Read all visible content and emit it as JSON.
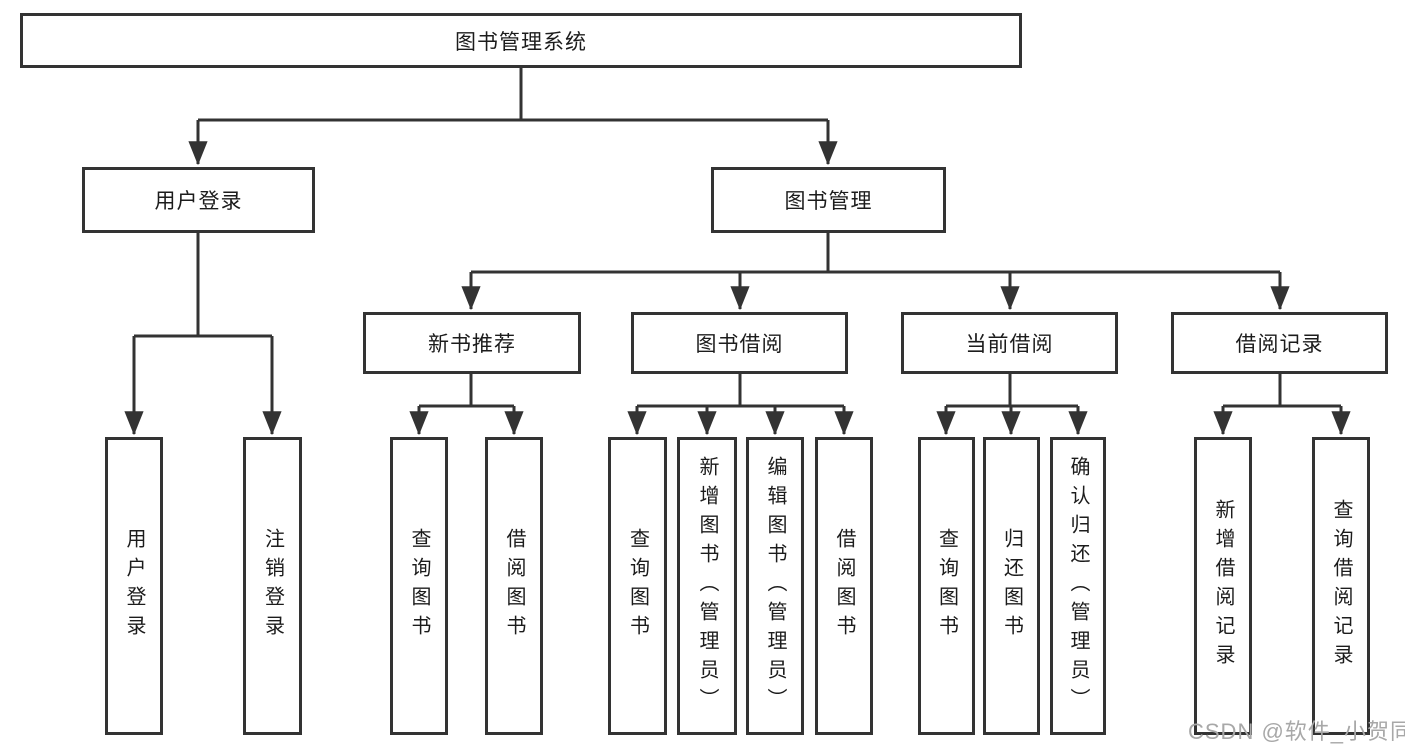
{
  "tree": {
    "label": "图书管理系统",
    "children": [
      {
        "label": "用户登录",
        "children": [
          {
            "label": "用户登录"
          },
          {
            "label": "注销登录"
          }
        ]
      },
      {
        "label": "图书管理",
        "children": [
          {
            "label": "新书推荐",
            "children": [
              {
                "label": "查询图书"
              },
              {
                "label": "借阅图书"
              }
            ]
          },
          {
            "label": "图书借阅",
            "children": [
              {
                "label": "查询图书"
              },
              {
                "label": "新增图书（管理员）"
              },
              {
                "label": "编辑图书（管理员）"
              },
              {
                "label": "借阅图书"
              }
            ]
          },
          {
            "label": "当前借阅",
            "children": [
              {
                "label": "查询图书"
              },
              {
                "label": "归还图书"
              },
              {
                "label": "确认归还（管理员）"
              }
            ]
          },
          {
            "label": "借阅记录",
            "children": [
              {
                "label": "新增借阅记录"
              },
              {
                "label": "查询借阅记录"
              }
            ]
          }
        ]
      }
    ]
  },
  "watermark": "CSDN @软件_小贺同学",
  "colors": {
    "line": "#333333",
    "box_border": "#333333",
    "text": "#1c1c1c",
    "watermark": "#a8a8a8",
    "background": "#ffffff"
  }
}
